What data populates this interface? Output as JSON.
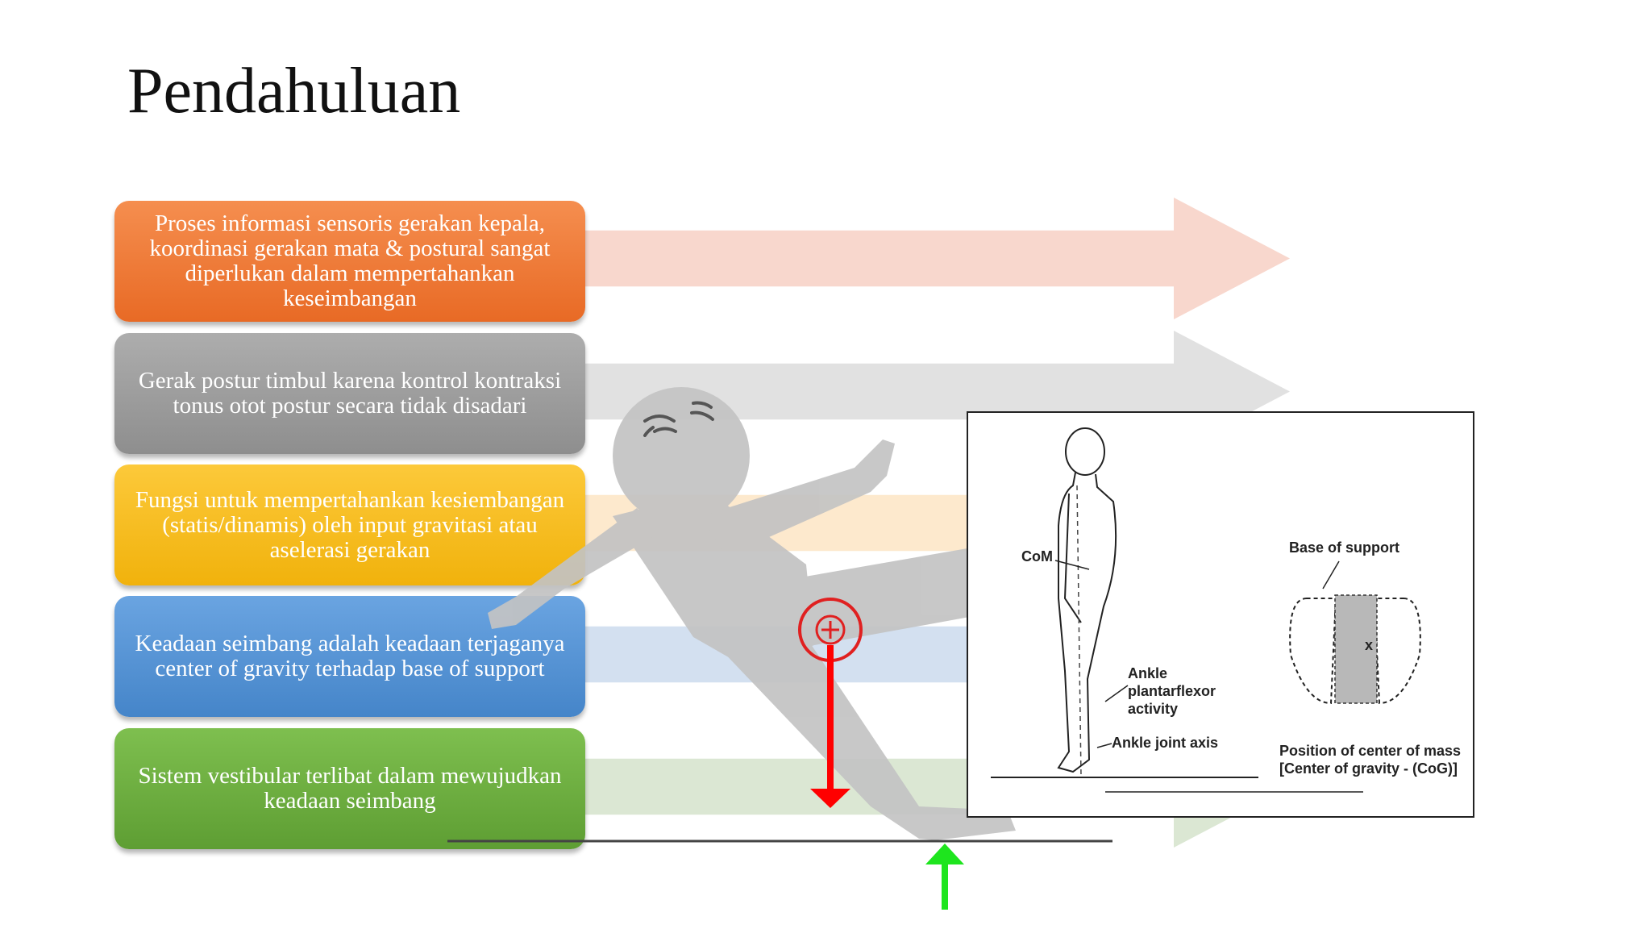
{
  "title": "Pendahuluan",
  "items": [
    {
      "text": "Proses informasi sensoris gerakan kepala, koordinasi gerakan mata & postural sangat diperlukan dalam mempertahankan keseimbangan",
      "color": "#ed7632"
    },
    {
      "text": "Gerak postur timbul karena kontrol kontraksi tonus otot postur secara tidak disadari",
      "color": "#999999"
    },
    {
      "text": "Fungsi untuk mempertahankan kesiembangan (statis/dinamis) oleh input gravitasi atau aselerasi gerakan",
      "color": "#f7bb15"
    },
    {
      "text": "Keadaan seimbang adalah keadaan terjaganya center of gravity terhadap base of support",
      "color": "#5193d6"
    },
    {
      "text": "Sistem vestibular terlibat dalam mewujudkan keadaan seimbang",
      "color": "#6aac3e"
    }
  ],
  "diagram": {
    "com": "CoM",
    "base_of_support": "Base of support",
    "ankle_plantarflexor": "Ankle plantarflexor activity",
    "ankle_joint_axis": "Ankle joint axis",
    "position_of_cog": "Position of center of mass [Center of gravity - (CoG)]",
    "x_mark": "x"
  }
}
